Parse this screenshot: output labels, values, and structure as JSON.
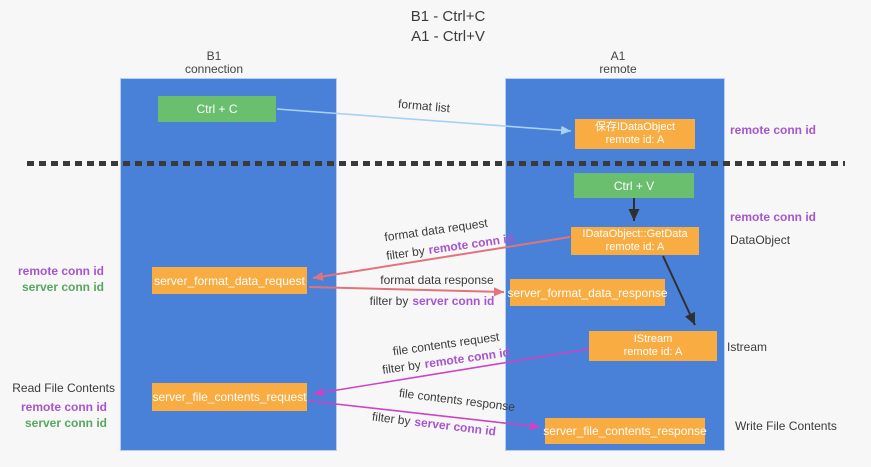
{
  "title": {
    "line1": "B1 - Ctrl+C",
    "line2": "A1 - Ctrl+V"
  },
  "lanes": {
    "left": {
      "title": "B1",
      "subtitle": "connection"
    },
    "right": {
      "title": "A1",
      "subtitle": "remote"
    }
  },
  "nodes": {
    "ctrl_c": {
      "label": "Ctrl + C"
    },
    "ctrl_v": {
      "label": "Ctrl + V"
    },
    "save_dataobject": {
      "line1": "保存IDataObject",
      "line2": "remote id: A"
    },
    "getdata": {
      "line1": "IDataObject::GetData",
      "line2": "remote id: A"
    },
    "istream": {
      "line1": "IStream",
      "line2": "remote id: A"
    },
    "format_request": {
      "label": "server_format_data_request"
    },
    "format_response": {
      "label": "server_format_data_response"
    },
    "file_request": {
      "label": "server_file_contents_request"
    },
    "file_response": {
      "label": "server_file_contents_response"
    }
  },
  "flows": {
    "format_list": {
      "label": "format list"
    },
    "format_request": {
      "label": "format data request",
      "filter_prefix": "filter by",
      "filter_key": "remote conn id"
    },
    "format_response": {
      "label": "format data response",
      "filter_prefix": "filter by",
      "filter_key": "server conn id"
    },
    "file_request": {
      "label": "file contents request",
      "filter_prefix": "filter by",
      "filter_key": "remote conn id"
    },
    "file_response": {
      "label": "file contents response",
      "filter_prefix": "filter by",
      "filter_key": "server conn id"
    }
  },
  "annotations": {
    "remote_conn_id": "remote conn id",
    "server_conn_id": "server conn id",
    "dataobject": "DataObject",
    "istream": "Istream",
    "read_file_contents": "Read File Contents",
    "write_file_contents": "Write File Contents"
  },
  "colors": {
    "lane_blue": "#4a81d8",
    "node_orange": "#f8ac42",
    "node_green": "#6abf6e",
    "conn_purple": "#a855cc",
    "conn_green": "#57a85f",
    "arrow_format_list": "#a6d2f0",
    "arrow_format": "#e2737b",
    "arrow_file": "#cc44c4",
    "arrow_black": "#2f2f2f"
  }
}
